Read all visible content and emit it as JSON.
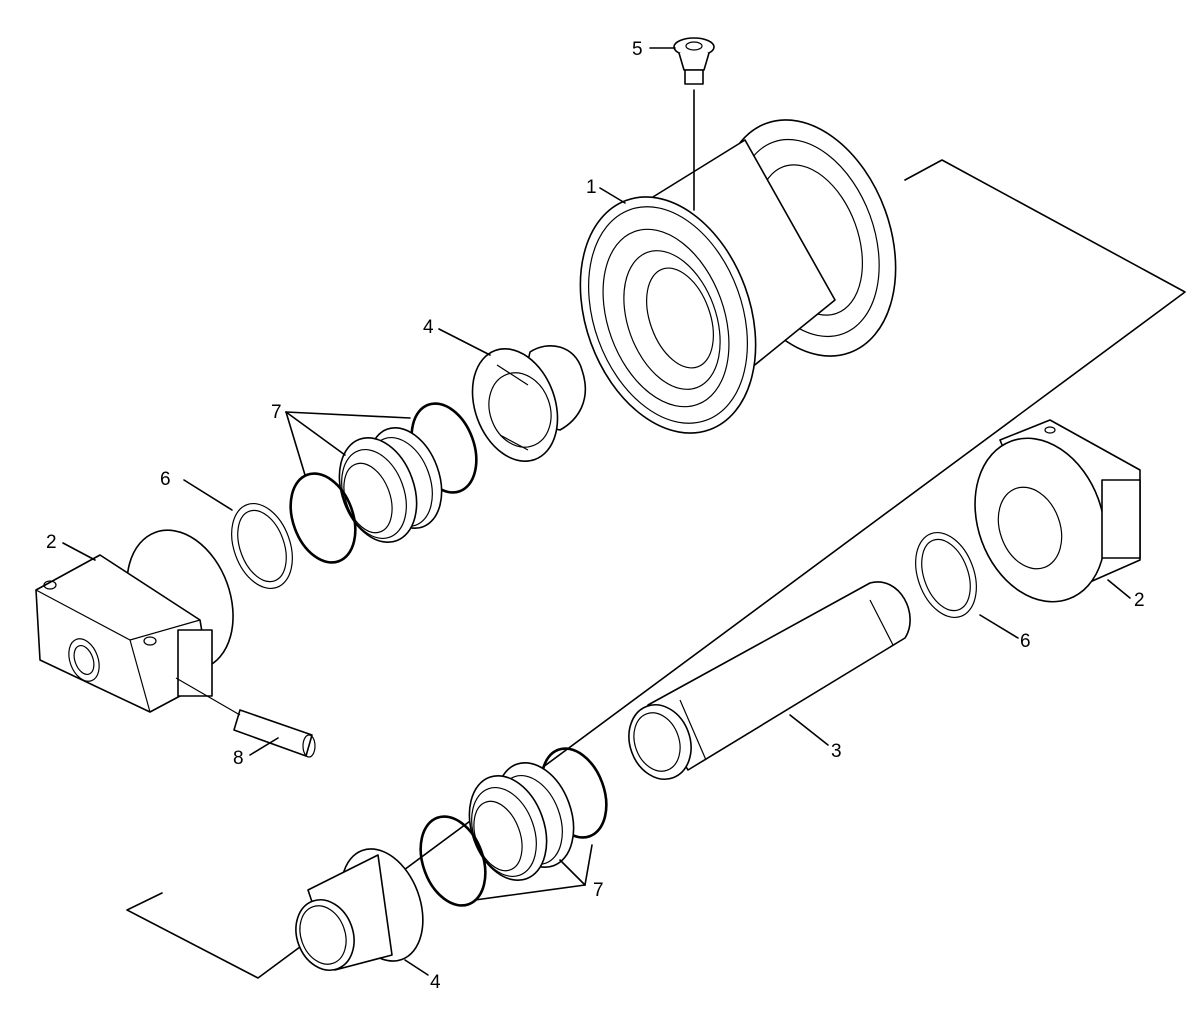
{
  "callouts": {
    "part1": "1",
    "part2_left": "2",
    "part2_right": "2",
    "part3": "3",
    "part4_upper": "4",
    "part4_lower": "4",
    "part5": "5",
    "part6_left": "6",
    "part6_right": "6",
    "part7_upper": "7",
    "part7_lower": "7",
    "part8": "8"
  }
}
